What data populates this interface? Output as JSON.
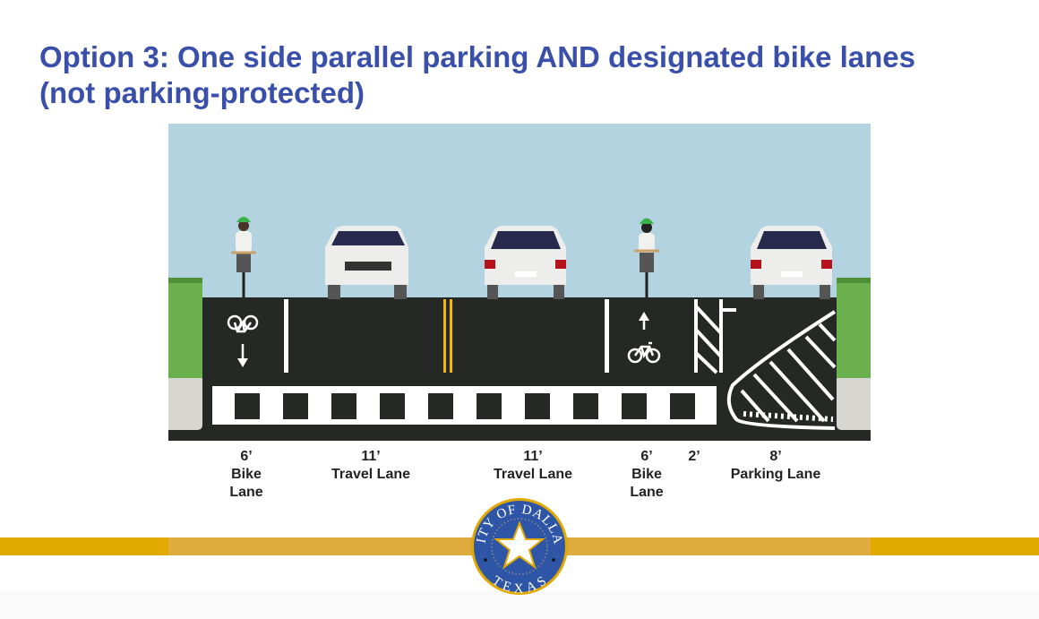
{
  "title": {
    "line1": "Option 3: One side parallel parking AND designated bike lanes",
    "line2": "(not parking-protected)"
  },
  "lanes": [
    {
      "width": "6’",
      "name1": "Bike",
      "name2": "Lane"
    },
    {
      "width": "11’",
      "name1": "Travel Lane",
      "name2": ""
    },
    {
      "width": "11’",
      "name1": "Travel Lane",
      "name2": ""
    },
    {
      "width": "6’",
      "name1": "Bike",
      "name2": "Lane"
    },
    {
      "width": "2’",
      "name1": "",
      "name2": ""
    },
    {
      "width": "8’",
      "name1": "Parking Lane",
      "name2": ""
    }
  ],
  "seal": {
    "top_text": "CITY OF DALLAS",
    "bottom_text": "TEXAS"
  },
  "colors": {
    "title": "#3a4fa9",
    "sky": "#b2d3df",
    "road": "#262826",
    "grass": "#6ab04c",
    "gold": "#e2a900",
    "seal_blue": "#2f56a6"
  }
}
